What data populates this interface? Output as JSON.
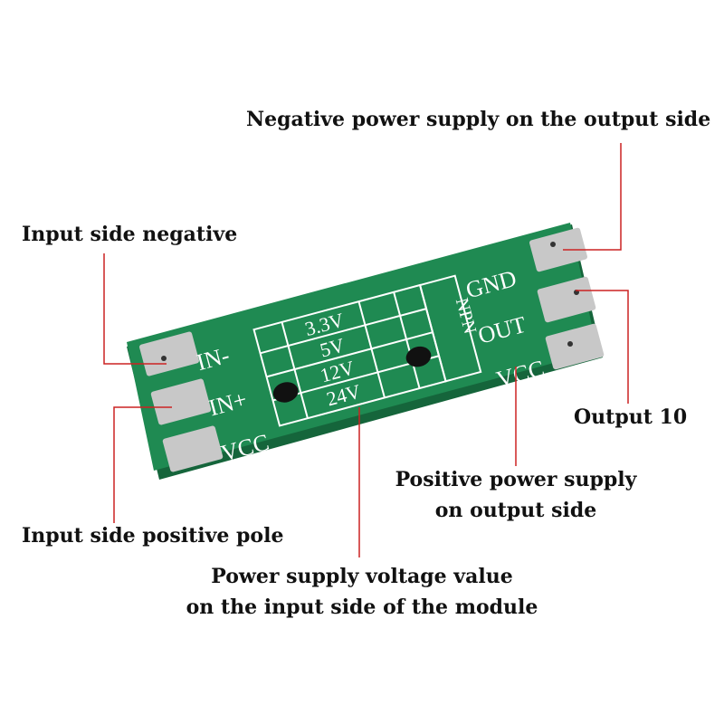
{
  "colors": {
    "pcb": "#1f8a52",
    "pcb_edge": "#15653b",
    "silkscreen": "#ffffff",
    "pad": "#c8c8c8",
    "leader_line": "#cc2222",
    "label_text": "#111111"
  },
  "board_silkscreen": {
    "input_pins": [
      "IN-",
      "IN+",
      "VCC"
    ],
    "output_pins": [
      "GND",
      "OUT",
      "VCC"
    ],
    "voltage_options": [
      "3.3V",
      "5V",
      "12V",
      "24V"
    ],
    "transistor_type": "NPN"
  },
  "callouts": {
    "output_negative": "Negative power supply on the output side",
    "input_negative": "Input side negative",
    "output_signal": "Output 10",
    "output_positive": [
      "Positive power supply",
      "on output side"
    ],
    "input_positive": "Input side positive pole",
    "voltage_select": [
      "Power supply voltage value",
      "on the input side of the module"
    ]
  }
}
